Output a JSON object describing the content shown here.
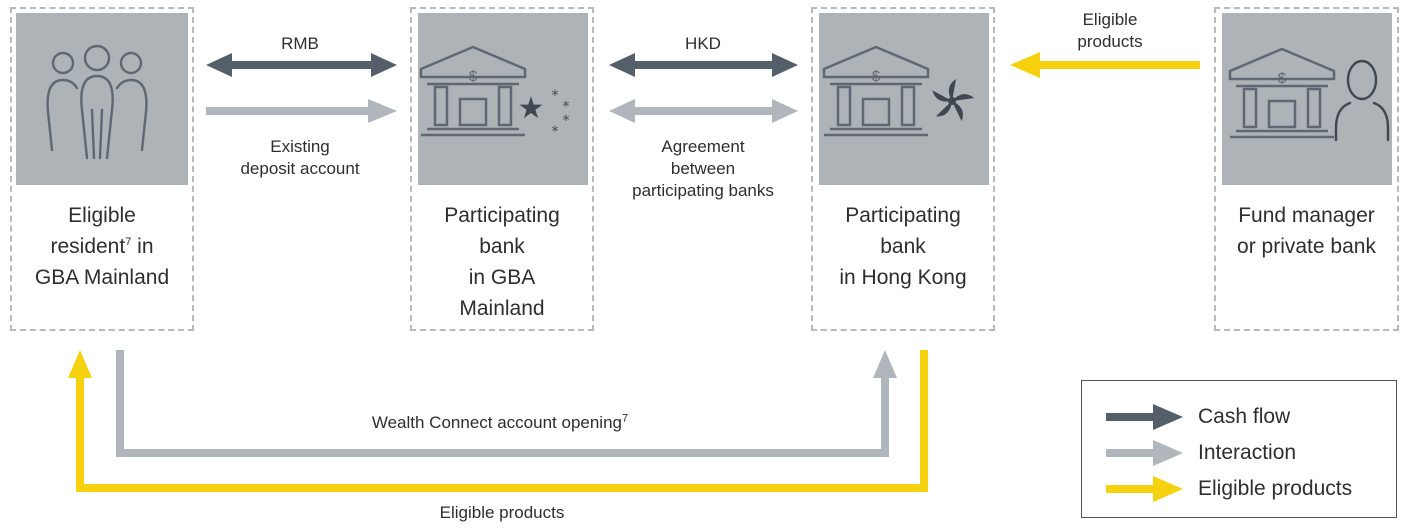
{
  "nodes": {
    "resident": {
      "label_line1": "Eligible",
      "label_line2_pre": "resident",
      "label_line2_sup": "7",
      "label_line2_post": " in",
      "label_line3": "GBA Mainland",
      "icon": "people-icon"
    },
    "mainland_bank": {
      "label_line1": "Participating",
      "label_line2": "bank",
      "label_line3": "in GBA",
      "label_line4": "Mainland",
      "icon": "bank-icon",
      "flag_icon": "china-stars-icon",
      "flag_star": "★",
      "flag_small": "*"
    },
    "hk_bank": {
      "label_line1": "Participating",
      "label_line2": "bank",
      "label_line3": "in Hong Kong",
      "icon": "bank-icon",
      "flag_icon": "bauhinia-icon"
    },
    "fund_manager": {
      "label_line1": "Fund manager",
      "label_line2": "or private bank",
      "icon": "bank-icon",
      "person_icon": "person-icon"
    }
  },
  "bank_symbol": "-$-",
  "edges": {
    "rmb": {
      "label": "RMB",
      "type": "cash"
    },
    "existing_deposit": {
      "label_line1": "Existing",
      "label_line2": "deposit account",
      "type": "interaction"
    },
    "hkd": {
      "label": "HKD",
      "type": "cash"
    },
    "agreement": {
      "label_line1": "Agreement",
      "label_line2": "between",
      "label_line3": "participating banks",
      "type": "interaction"
    },
    "eligible_products_top": {
      "label_line1": "Eligible",
      "label_line2": "products",
      "type": "products"
    },
    "account_opening": {
      "label_pre": "Wealth Connect account opening",
      "label_sup": "7",
      "type": "interaction"
    },
    "eligible_products_bottom": {
      "label": "Eligible products",
      "type": "products"
    }
  },
  "legend": {
    "items": [
      {
        "label": "Cash flow",
        "color": "#555f69"
      },
      {
        "label": "Interaction",
        "color": "#b0b6bc"
      },
      {
        "label": "Eligible products",
        "color": "#f5d10e"
      }
    ]
  },
  "colors": {
    "cash": "#555f69",
    "interaction": "#b0b6bc",
    "products": "#f5d10e",
    "icon_bg": "#aeb3b8",
    "icon_stroke": "#5f6872"
  }
}
